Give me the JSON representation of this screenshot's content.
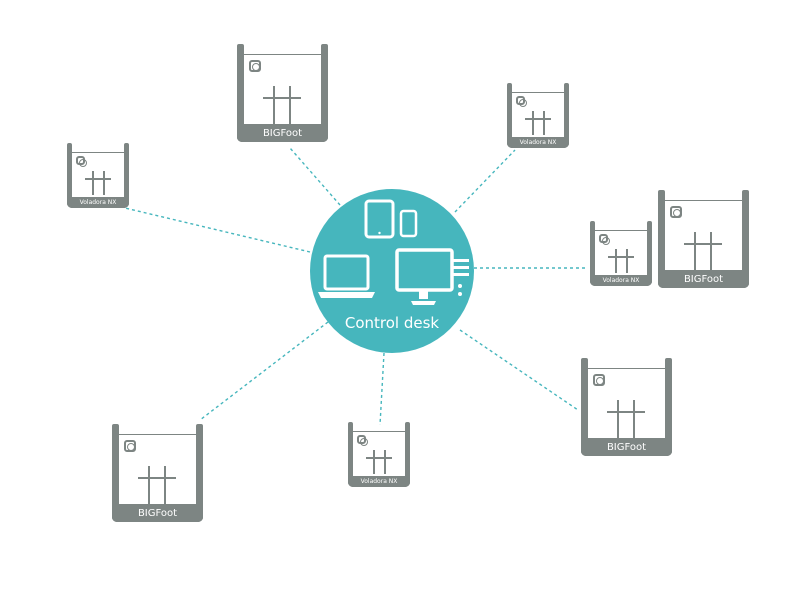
{
  "hub": {
    "label": "Control desk",
    "color": "#46b6bd",
    "devices": [
      "tablet-icon",
      "phone-icon",
      "laptop-icon",
      "desktop-computer-icon"
    ]
  },
  "printers": [
    {
      "id": "top-center",
      "label": "BIGFoot"
    },
    {
      "id": "top-right",
      "label": "Voladora NX"
    },
    {
      "id": "left",
      "label": "Voladora NX"
    },
    {
      "id": "right-small",
      "label": "Voladora NX"
    },
    {
      "id": "right-large",
      "label": "BIGFoot"
    },
    {
      "id": "bottom-right",
      "label": "BIGFoot"
    },
    {
      "id": "bottom-center",
      "label": "Voladora NX"
    },
    {
      "id": "bottom-left",
      "label": "BIGFoot"
    }
  ],
  "connections": [
    {
      "from": "hub",
      "to": "top-center"
    },
    {
      "from": "hub",
      "to": "top-right"
    },
    {
      "from": "hub",
      "to": "left"
    },
    {
      "from": "hub",
      "to": "right-small"
    },
    {
      "from": "hub",
      "to": "bottom-right"
    },
    {
      "from": "hub",
      "to": "bottom-center"
    },
    {
      "from": "hub",
      "to": "bottom-left"
    }
  ],
  "colors": {
    "link": "#46b6bd",
    "printer": "#7d8583",
    "background": "#ffffff"
  }
}
